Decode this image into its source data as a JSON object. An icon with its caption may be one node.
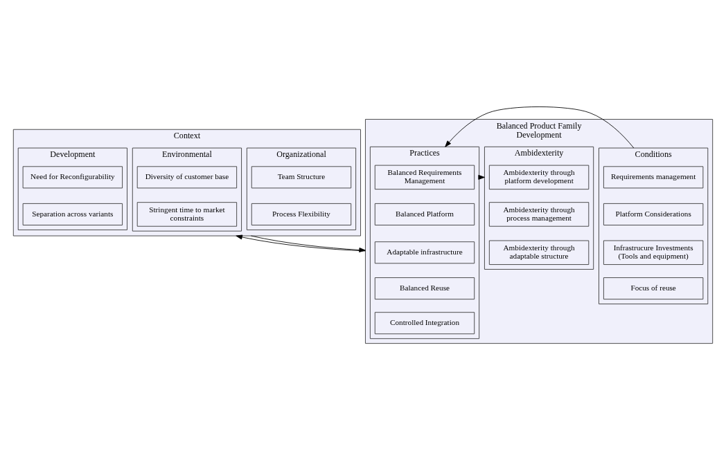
{
  "diagram": {
    "nodes": [
      {
        "text": [
          "Context"
        ]
      },
      {
        "text": [
          "Organizational"
        ],
        "in": 0
      },
      {
        "text": [
          "Team Structure"
        ],
        "in": 1
      },
      {
        "text": [
          "Process Flexibility"
        ],
        "in": 1
      },
      {
        "text": [
          "Environmental"
        ],
        "in": 0
      },
      {
        "text": [
          "Diversity of customer base"
        ],
        "in": 4
      },
      {
        "text": [
          "Stringent time to market constraints"
        ],
        "in": 4
      },
      {
        "text": [
          "Development"
        ],
        "in": 0
      },
      {
        "text": [
          "Need for Reconfigurability"
        ],
        "in": 7
      },
      {
        "text": [
          "Separation across variants"
        ],
        "in": 7
      },
      {
        "text": [
          "Balanced Product Family Development"
        ]
      },
      {
        "text": [
          "Conditions"
        ],
        "in": 10
      },
      {
        "text": [
          "Requirements management"
        ],
        "in": 11
      },
      {
        "text": [
          "Platform Considerations"
        ],
        "in": 11
      },
      {
        "text": [
          "Infrastrucure Investments (Tools and equipment)"
        ],
        "in": 11
      },
      {
        "text": [
          "Focus of reuse"
        ],
        "in": 11
      },
      {
        "text": [
          "Practices"
        ],
        "in": 10
      },
      {
        "text": [
          "Balanced Requirements Management"
        ],
        "in": 16
      },
      {
        "text": [
          "Balanced Platform"
        ],
        "in": 16
      },
      {
        "text": [
          "Adaptable infrastructure"
        ],
        "in": 16
      },
      {
        "text": [
          "Balanced Reuse"
        ],
        "in": 16
      },
      {
        "text": [
          "Controlled Integration"
        ],
        "in": 16
      },
      {
        "text": [
          "Ambidexterity"
        ],
        "in": 10
      },
      {
        "text": [
          "Ambidexterity through platform development"
        ],
        "in": 22
      },
      {
        "text": [
          "Ambidexterity through process management"
        ],
        "in": 22
      },
      {
        "text": [
          "Ambidexterity through adaptable structure"
        ],
        "in": 22
      }
    ],
    "edges": [
      {
        "from": 0,
        "to": 10,
        "arrow": "to"
      },
      {
        "from": 10,
        "to": 0,
        "arrow": "to"
      },
      {
        "from": 11,
        "to": 16,
        "arrow": "to"
      },
      {
        "from": 16,
        "to": 22,
        "arrow": "to"
      }
    ]
  }
}
